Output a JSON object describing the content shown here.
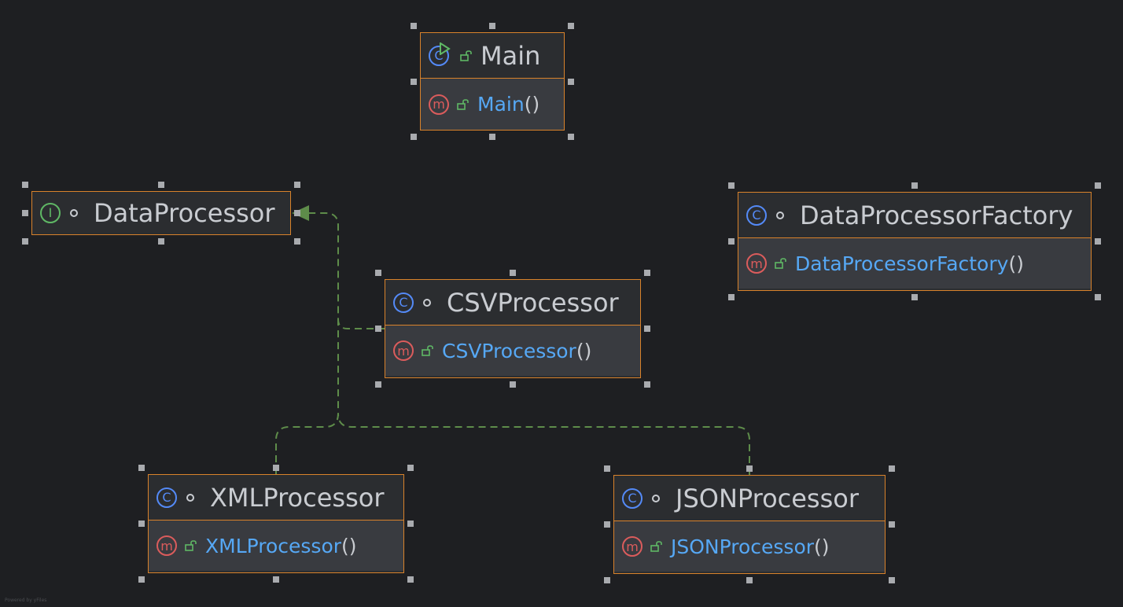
{
  "diagram": {
    "colors": {
      "background": "#1e1f22",
      "node_border": "#d9822b",
      "edge": "#5e8c4a",
      "class_icon": "#548af7",
      "interface_icon": "#5fb865",
      "method_icon": "#db5c5c",
      "method_name": "#56a8f5"
    },
    "nodes": {
      "main": {
        "kind": "class-runnable",
        "name": "Main",
        "method": "Main",
        "parens": "()"
      },
      "data_processor": {
        "kind": "interface",
        "name": "DataProcessor"
      },
      "factory": {
        "kind": "class",
        "name": "DataProcessorFactory",
        "method": "DataProcessorFactory",
        "parens": "()"
      },
      "csv": {
        "kind": "class",
        "name": "CSVProcessor",
        "method": "CSVProcessor",
        "parens": "()"
      },
      "xml": {
        "kind": "class",
        "name": "XMLProcessor",
        "method": "XMLProcessor",
        "parens": "()"
      },
      "json": {
        "kind": "class",
        "name": "JSONProcessor",
        "method": "JSONProcessor",
        "parens": "()"
      }
    },
    "edges": [
      {
        "from": "CSVProcessor",
        "to": "DataProcessor",
        "type": "implements"
      },
      {
        "from": "XMLProcessor",
        "to": "DataProcessor",
        "type": "implements"
      },
      {
        "from": "JSONProcessor",
        "to": "DataProcessor",
        "type": "implements"
      }
    ],
    "icon_letters": {
      "class": "C",
      "interface": "I",
      "method": "m"
    },
    "footer": "Powered by yFiles"
  }
}
